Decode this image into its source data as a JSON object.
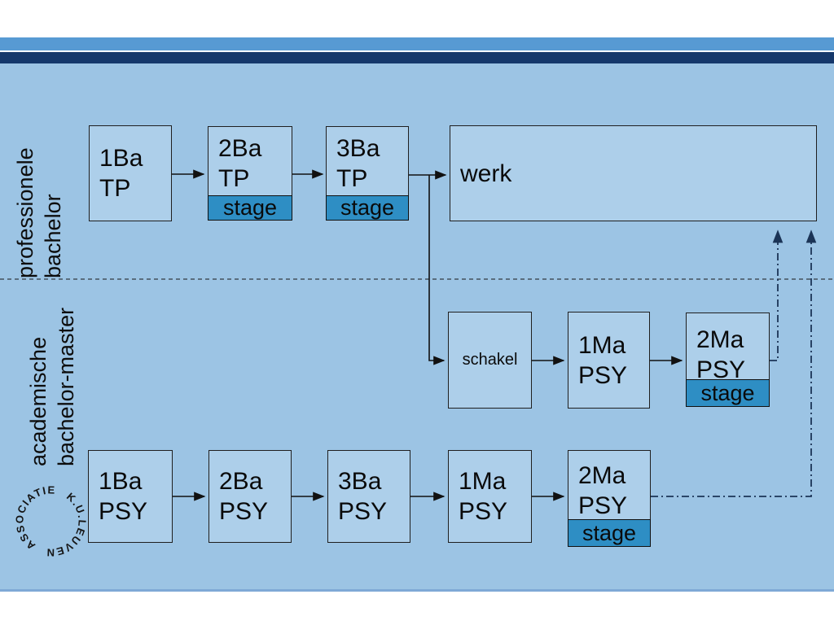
{
  "slide": {
    "colors": {
      "background_body": "#9CC4E4",
      "box_fill": "#ADCFEA",
      "stage_fill": "#2E8EC4",
      "top_bar_blue": "#579AD3",
      "top_bar_navy": "#15386B",
      "solid_line": "#111111",
      "dashdot_line": "#1B3456",
      "divider_line": "#44505C"
    }
  },
  "left_labels": {
    "professional": {
      "line1": "professionele",
      "line2": "bachelor"
    },
    "academic": {
      "line1": "academische",
      "line2": "bachelor-master"
    }
  },
  "logo": {
    "arc_left": "ASSOCIATIE",
    "arc_right": "K.U.LEUVEN"
  },
  "stage_label": "stage",
  "boxes": {
    "ba1_tp": {
      "text": "1Ba\nTP"
    },
    "ba2_tp": {
      "text": "2Ba\nTP",
      "stage": "stage"
    },
    "ba3_tp": {
      "text": "3Ba\nTP",
      "stage": "stage"
    },
    "werk": {
      "text": "werk"
    },
    "schakel": {
      "text": "schakel"
    },
    "ma1_psy_mid": {
      "text": "1Ma\nPSY"
    },
    "ma2_psy_mid": {
      "text": "2Ma\nPSY",
      "stage": "stage"
    },
    "ba1_psy": {
      "text": "1Ba\nPSY"
    },
    "ba2_psy": {
      "text": "2Ba\nPSY"
    },
    "ba3_psy": {
      "text": "3Ba\nPSY"
    },
    "ma1_psy_bot": {
      "text": "1Ma\nPSY"
    },
    "ma2_psy_bot": {
      "text": "2Ma\nPSY",
      "stage": "stage"
    }
  }
}
